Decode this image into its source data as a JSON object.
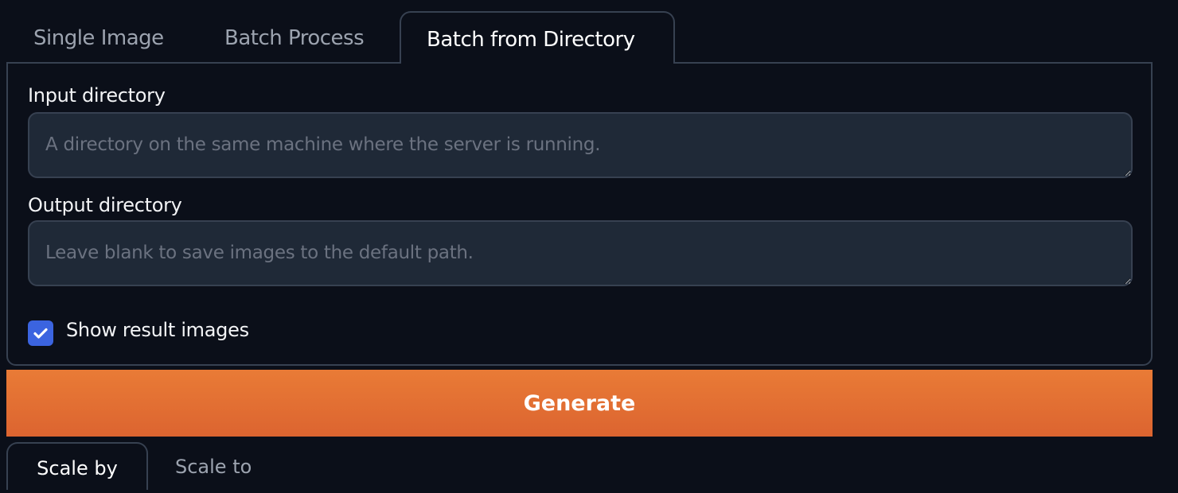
{
  "tabs": [
    {
      "label": "Single Image"
    },
    {
      "label": "Batch Process"
    },
    {
      "label": "Batch from Directory"
    }
  ],
  "input_directory": {
    "label": "Input directory",
    "value": "",
    "placeholder": "A directory on the same machine where the server is running."
  },
  "output_directory": {
    "label": "Output directory",
    "value": "",
    "placeholder": "Leave blank to save images to the default path."
  },
  "show_result_images": {
    "label": "Show result images",
    "checked": true
  },
  "generate_label": "Generate",
  "scale_tabs": [
    {
      "label": "Scale by"
    },
    {
      "label": "Scale to"
    }
  ],
  "colors": {
    "accent": "#e97b36",
    "checkbox": "#3b64e0",
    "background": "#0b0f19"
  }
}
